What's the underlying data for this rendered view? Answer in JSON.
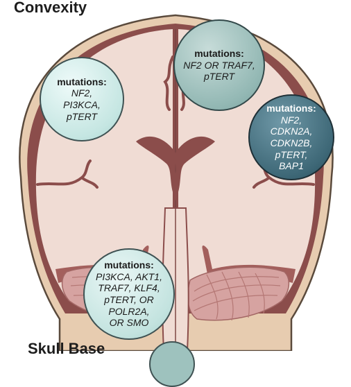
{
  "labels": {
    "convexity": "Convexity",
    "skull_base": "Skull Base"
  },
  "bubbles": {
    "convexity_left": {
      "title": "mutations:",
      "lines": [
        "NF2,",
        "PI3KCA,",
        "pTERT"
      ]
    },
    "convexity_top": {
      "title": "mutations:",
      "lines": [
        "NF2 OR TRAF7,",
        "pTERT"
      ]
    },
    "convexity_right": {
      "title": "mutations:",
      "lines": [
        "NF2,",
        "CDKN2A,",
        "CDKN2B,",
        "pTERT,",
        "BAP1"
      ]
    },
    "skull_base": {
      "title": "mutations:",
      "lines": [
        "PI3KCA, AKT1,",
        "TRAF7, KLF4,",
        "pTERT, OR",
        "POLR2A,",
        "OR SMO"
      ]
    }
  },
  "colors": {
    "skull": "#e7ccb0",
    "dura": "#8b4d4b",
    "brain": "#f0dcd4",
    "cerebellum": "#d6a3a1",
    "bubble_light": "#c5e6e2",
    "bubble_mid": "#93b8b4",
    "bubble_dark": "#3e6877"
  }
}
